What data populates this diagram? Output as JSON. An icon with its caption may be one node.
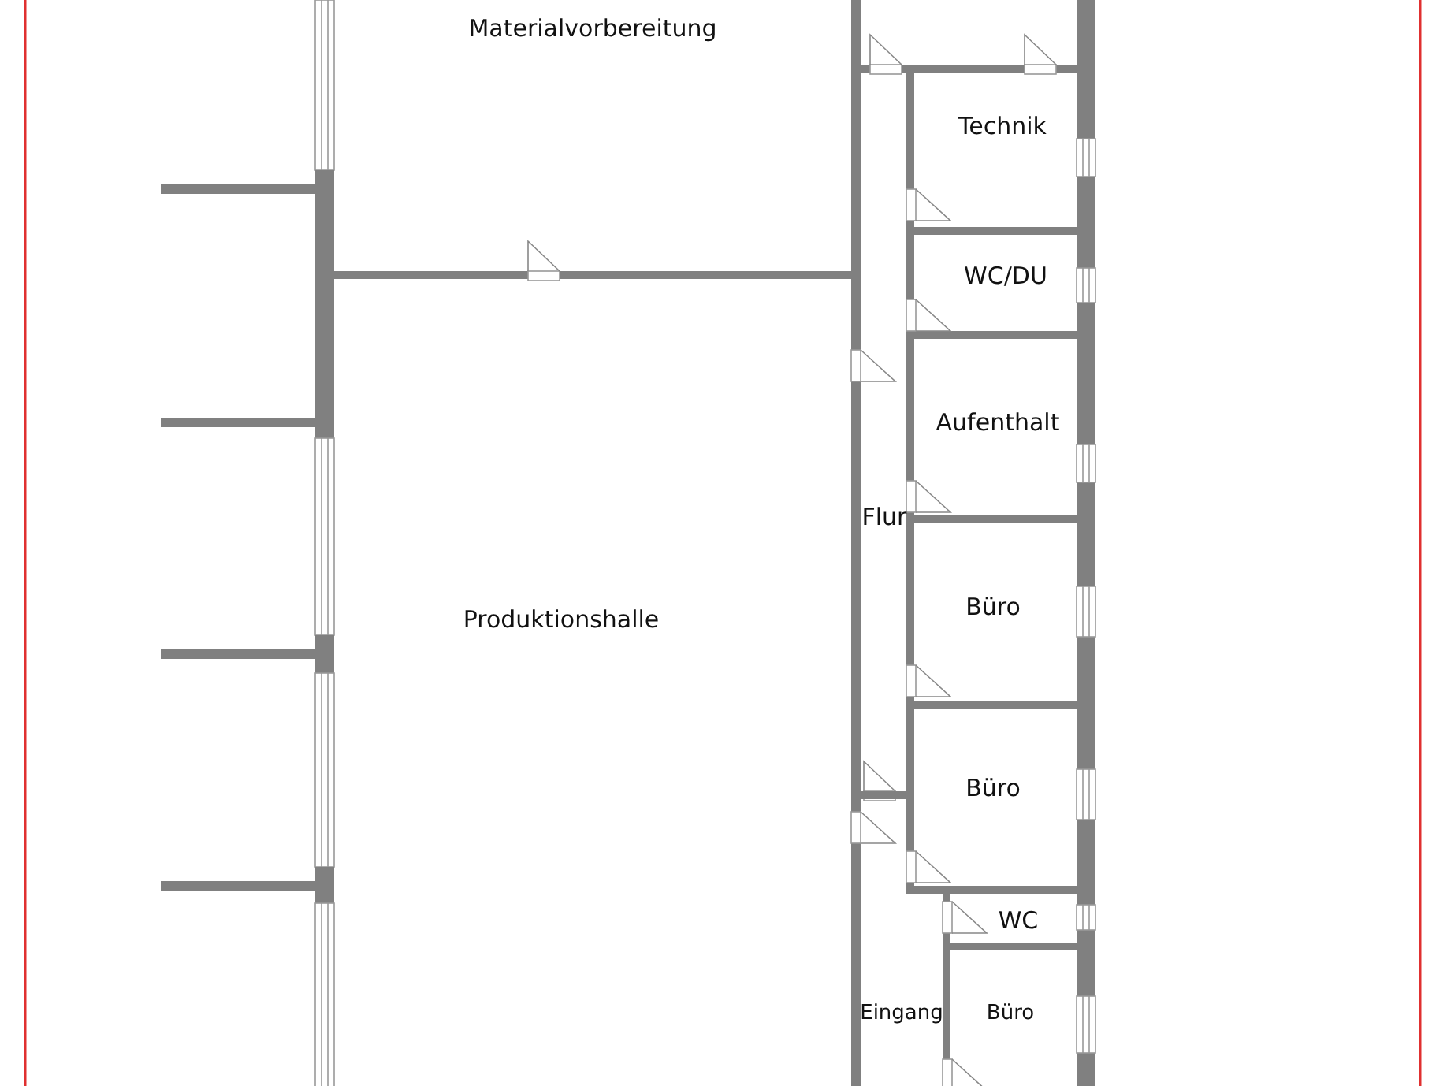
{
  "diagram": {
    "labels": [
      "Materialvorbereitung",
      "Technik",
      "WC/DU",
      "Aufenthalt",
      "Flur",
      "Produktionshalle",
      "Büro",
      "Büro",
      "WC",
      "Eingang",
      "Büro"
    ]
  }
}
